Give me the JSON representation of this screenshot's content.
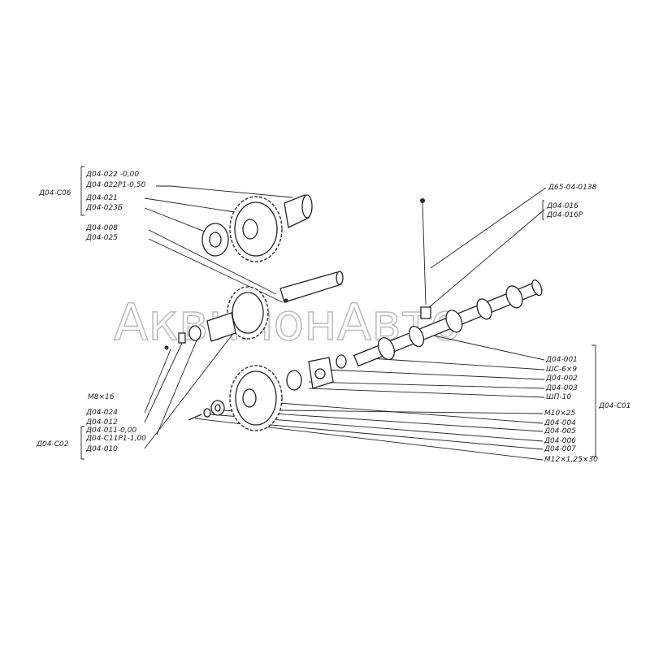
{
  "watermark": "АквилонАвто",
  "groups": {
    "left_top": "Д04-С06",
    "left_bottom": "Д04-С02",
    "right": "Д04-С01"
  },
  "labels_left": [
    "Д04-022 -0,00",
    "Д04-022Р1-0,50",
    "Д04-021",
    "Д04-023Б",
    "Д04-008",
    "Д04-025",
    "М8×16",
    "Д04-024",
    "Д04-012",
    "Д04-011-0,00",
    "Д04-С11Р1-1,00",
    "Д04-010"
  ],
  "labels_right": [
    "Д65-04-0138",
    "Д04-016",
    "Д04-016Р",
    "Д04-001",
    "ШС-6×9",
    "Д04-002",
    "Д04-003",
    "ШП-10",
    "М10×25",
    "Д04-004",
    "Д04-005",
    "Д04-006",
    "Д04-007",
    "М12×1,25×30"
  ]
}
